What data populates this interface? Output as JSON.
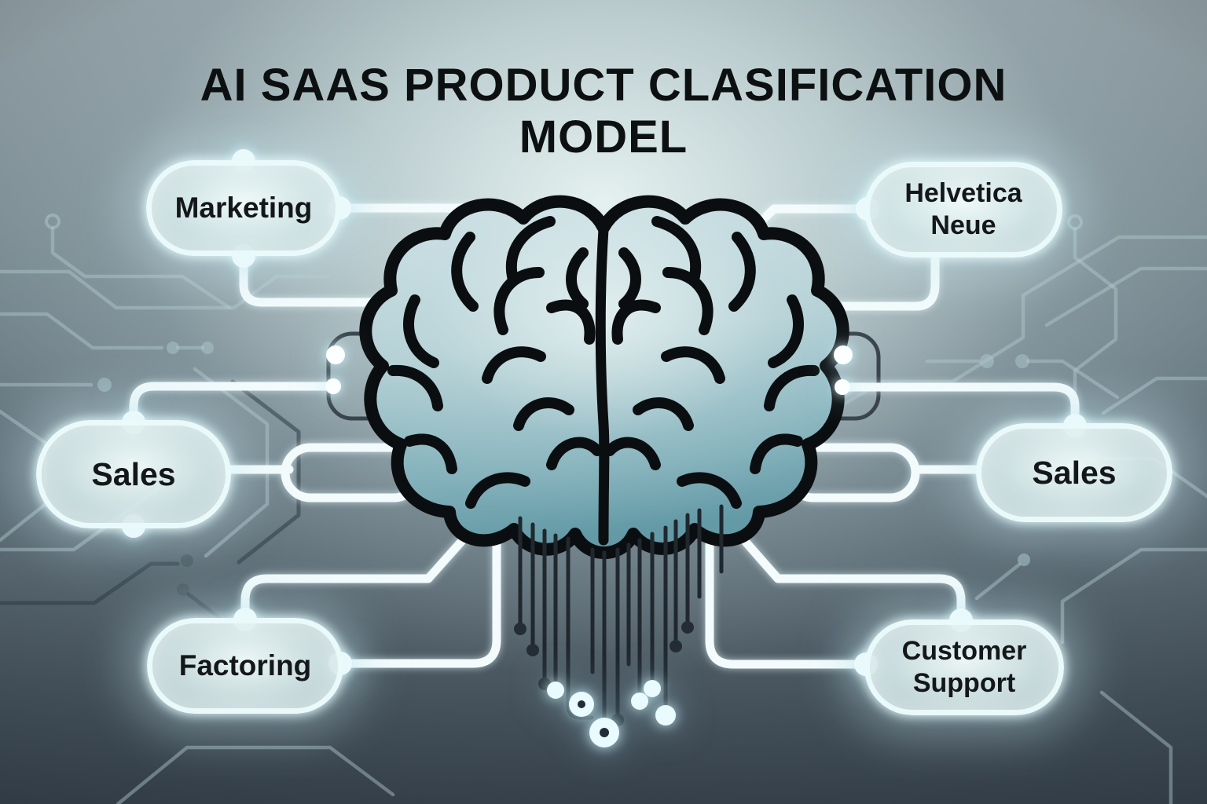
{
  "title": {
    "line1": "AI SAAS PRODUCT CLASIFICATION",
    "line2": "MODEL"
  },
  "nodes": [
    {
      "id": "marketing",
      "label": "Marketing"
    },
    {
      "id": "helvetica-neue",
      "label": "Helvetica Neue",
      "line1": "Helvetica",
      "line2": "Neue"
    },
    {
      "id": "sales-left",
      "label": "Sales"
    },
    {
      "id": "sales-right",
      "label": "Sales"
    },
    {
      "id": "factoring",
      "label": "Factoring"
    },
    {
      "id": "customer-support",
      "label": "Customer Support",
      "line1": "Customer",
      "line2": "Support"
    }
  ],
  "icons": {
    "center": "brain-icon"
  },
  "colors": {
    "background_dark": "#49565f",
    "background_light": "#e9f5f4",
    "pill_border": "#eafafa",
    "pill_glow": "#c6e8ee",
    "connector_white": "#f3fbfc",
    "connector_dark": "#39434b",
    "brain_outline": "#0b0e10",
    "brain_fill_top": "#c9dde2",
    "brain_fill_bottom": "#639aa6",
    "text": "#0d1011",
    "glow_dot": "#fbffff"
  }
}
